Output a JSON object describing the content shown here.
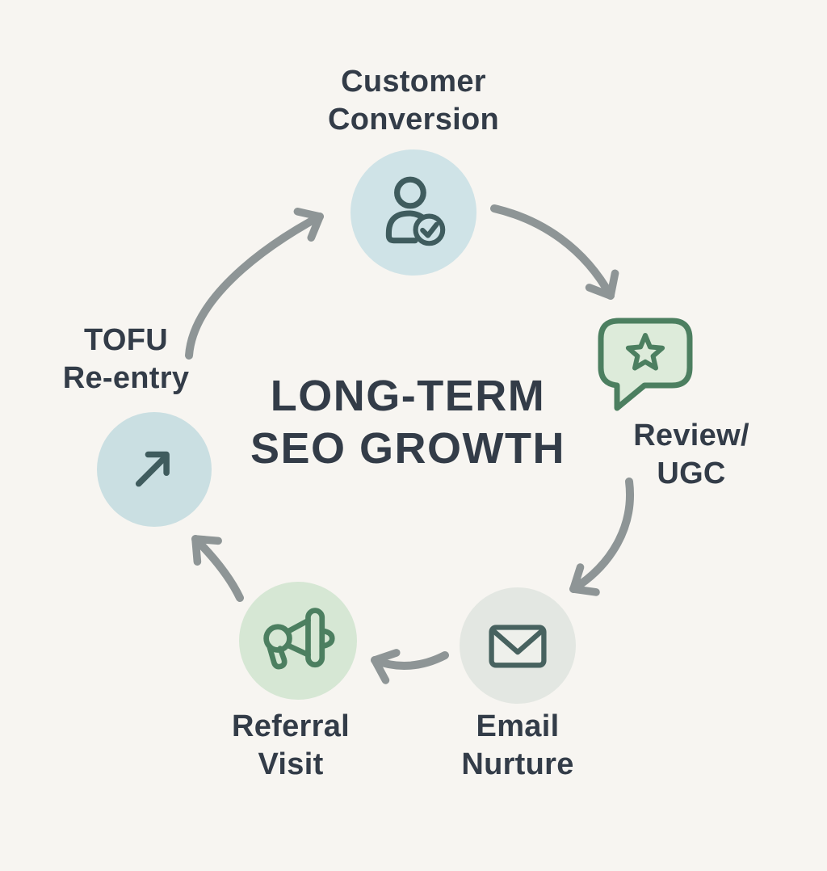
{
  "diagram": {
    "title_line1": "LONG-TERM",
    "title_line2": "SEO GROWTH",
    "nodes": [
      {
        "id": "customer-conversion",
        "label_line1": "Customer",
        "label_line2": "Conversion",
        "icon": "person-check-icon",
        "shape": "circle",
        "fill": "#cfe3e7"
      },
      {
        "id": "review-ugc",
        "label_line1": "Review/",
        "label_line2": "UGC",
        "icon": "star-speech-bubble-icon",
        "shape": "speech-bubble",
        "fill": "#ddebda",
        "stroke": "#4c7f60"
      },
      {
        "id": "email-nurture",
        "label_line1": "Email",
        "label_line2": "Nurture",
        "icon": "envelope-icon",
        "shape": "circle",
        "fill": "#e3e7e2"
      },
      {
        "id": "referral-visit",
        "label_line1": "Referral",
        "label_line2": "Visit",
        "icon": "megaphone-icon",
        "shape": "circle",
        "fill": "#d6e7d4"
      },
      {
        "id": "tofu-reentry",
        "label_line1": "TOFU",
        "label_line2": "Re-entry",
        "icon": "arrow-up-right-icon",
        "shape": "circle",
        "fill": "#cadfe2"
      }
    ],
    "flow": [
      {
        "from": "tofu-reentry",
        "to": "customer-conversion"
      },
      {
        "from": "customer-conversion",
        "to": "review-ugc"
      },
      {
        "from": "review-ugc",
        "to": "email-nurture"
      },
      {
        "from": "email-nurture",
        "to": "referral-visit"
      },
      {
        "from": "referral-visit",
        "to": "tofu-reentry"
      }
    ],
    "colors": {
      "background": "#f7f5f1",
      "text": "#333c48",
      "arrow": "#8e9596",
      "icon_dark_teal": "#3f5c5e",
      "icon_green": "#4c7f60",
      "envelope_interior": "#eef0eb"
    }
  }
}
